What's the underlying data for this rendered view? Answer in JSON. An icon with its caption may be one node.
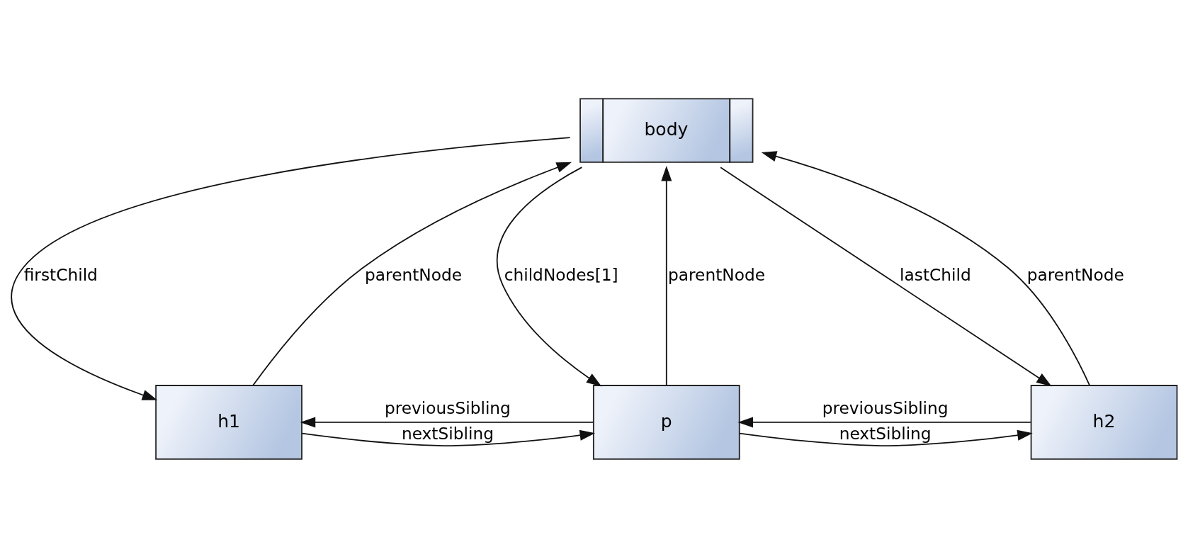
{
  "diagram": {
    "nodes": [
      {
        "text": [
          "body"
        ]
      },
      {
        "text": [
          "h1"
        ]
      },
      {
        "text": [
          "p"
        ]
      },
      {
        "text": [
          "h2"
        ]
      }
    ],
    "edges": [
      {
        "from": 0,
        "to": 1,
        "arrow": "to",
        "label": "firstChild"
      },
      {
        "from": 1,
        "to": 0,
        "arrow": "to",
        "label": "parentNode"
      },
      {
        "from": 0,
        "to": 2,
        "arrow": "to",
        "label": "childNodes[1]"
      },
      {
        "from": 2,
        "to": 0,
        "arrow": "to",
        "label": "parentNode"
      },
      {
        "from": 0,
        "to": 3,
        "arrow": "to",
        "label": "lastChild"
      },
      {
        "from": 3,
        "to": 0,
        "arrow": "to",
        "label": "parentNode"
      },
      {
        "from": 1,
        "to": 2,
        "arrow": "to",
        "label": "nextSibling"
      },
      {
        "from": 2,
        "to": 1,
        "arrow": "to",
        "label": "previousSibling"
      },
      {
        "from": 2,
        "to": 3,
        "arrow": "to",
        "label": "nextSibling"
      },
      {
        "from": 3,
        "to": 2,
        "arrow": "to",
        "label": "previousSibling"
      }
    ]
  }
}
